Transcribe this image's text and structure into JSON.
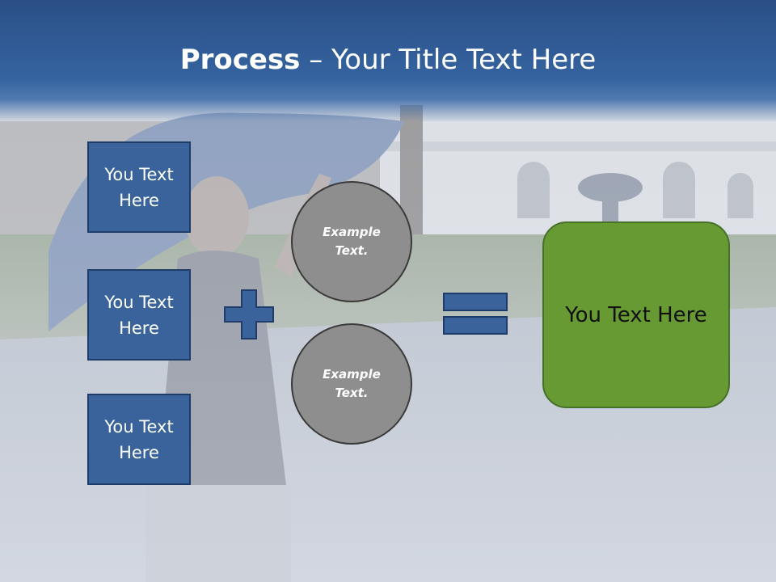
{
  "title": {
    "bold": "Process",
    "rest": " – Your Title Text Here"
  },
  "left_boxes": [
    {
      "label": "You Text Here"
    },
    {
      "label": "You Text Here"
    },
    {
      "label": "You Text Here"
    }
  ],
  "circles": [
    {
      "label": "Example Text."
    },
    {
      "label": "Example Text."
    }
  ],
  "result": {
    "label": "You Text Here"
  },
  "colors": {
    "title_band": "#3563a0",
    "box_fill": "#3a639c",
    "box_border": "#1f3c68",
    "circle_fill": "#8e8e8e",
    "result_fill": "#679a33",
    "operator_fill": "#3a639c"
  }
}
